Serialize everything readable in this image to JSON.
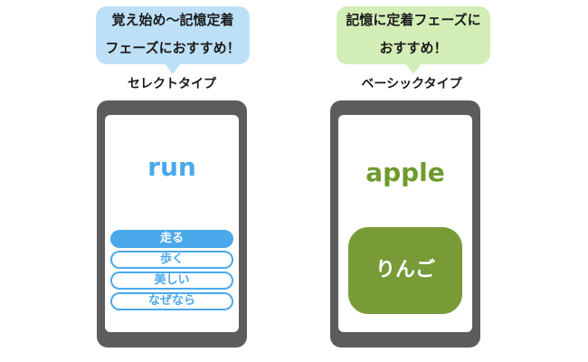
{
  "select_type": {
    "bubble_lines": [
      "覚え始め〜記憶定着",
      "フェーズにおすすめ！"
    ],
    "label": "セレクトタイプ",
    "word": "run",
    "choices": [
      {
        "label": "走る",
        "selected": true
      },
      {
        "label": "歩く",
        "selected": false
      },
      {
        "label": "美しい",
        "selected": false
      },
      {
        "label": "なぜなら",
        "selected": false
      }
    ]
  },
  "basic_type": {
    "bubble_lines": [
      "記憶に定着フェーズに",
      "おすすめ！"
    ],
    "label": "ベーシックタイプ",
    "word": "apple",
    "answer": "りんご"
  },
  "colors": {
    "blue_accent": "#4ba8ea",
    "blue_bubble": "#bde0f6",
    "green_accent": "#789b38",
    "green_bubble": "#d3edb6",
    "phone_frame": "#5c5c5c"
  }
}
